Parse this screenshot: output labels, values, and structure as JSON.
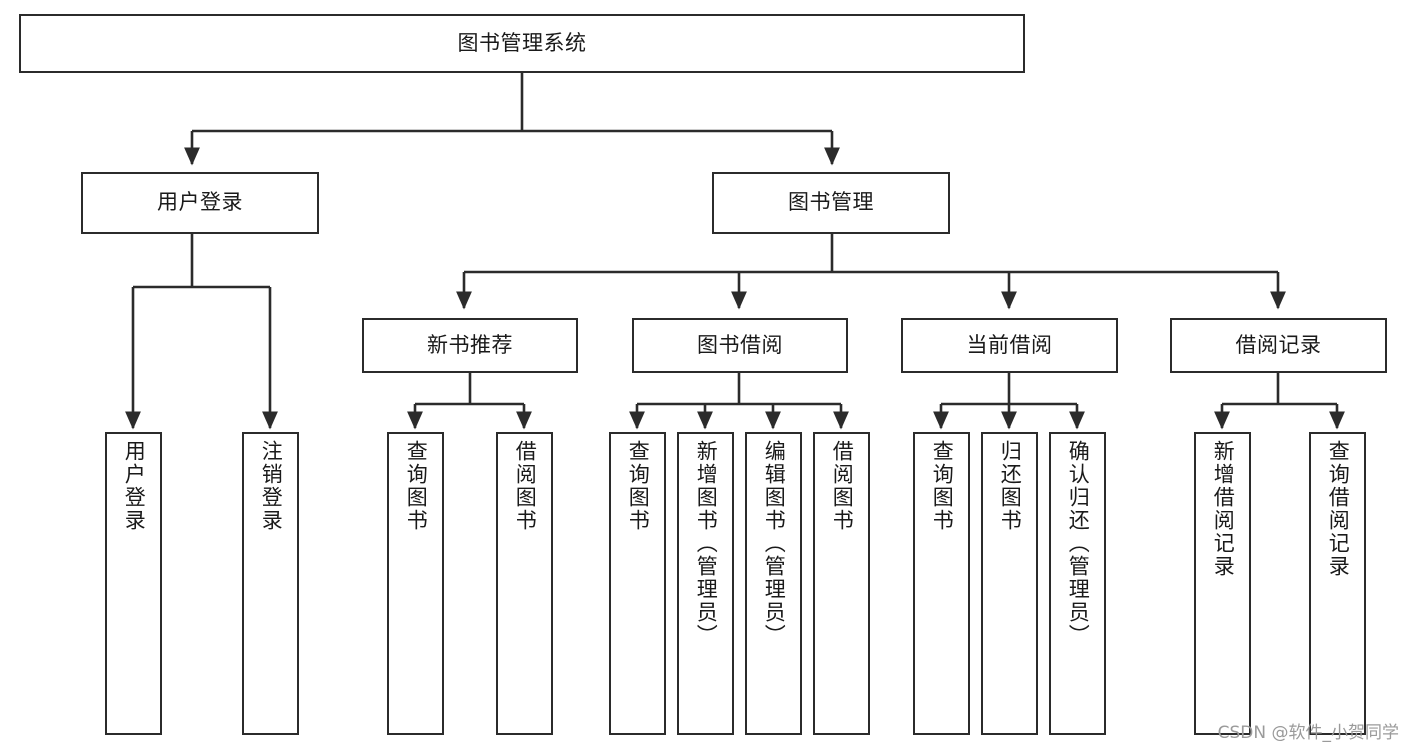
{
  "diagram": {
    "type": "hierarchy-tree",
    "title": "图书管理系统",
    "watermark": "CSDN @软件_小贺同学",
    "colors": {
      "stroke": "#2b2b2b",
      "fill": "#ffffff",
      "text": "#1a1a1a",
      "watermark": "#9a9a9a"
    },
    "root": {
      "label": "图书管理系统"
    },
    "level2": [
      {
        "label": "用户登录"
      },
      {
        "label": "图书管理"
      }
    ],
    "level3": [
      {
        "label": "新书推荐"
      },
      {
        "label": "图书借阅"
      },
      {
        "label": "当前借阅"
      },
      {
        "label": "借阅记录"
      }
    ],
    "leaves": {
      "user_login": [
        {
          "label": "用户登录"
        },
        {
          "label": "注销登录"
        }
      ],
      "new_book": [
        {
          "label": "查询图书"
        },
        {
          "label": "借阅图书"
        }
      ],
      "book_borrow": [
        {
          "label": "查询图书"
        },
        {
          "label": "新增图书（管理员）"
        },
        {
          "label": "编辑图书（管理员）"
        },
        {
          "label": "借阅图书"
        }
      ],
      "current_borrow": [
        {
          "label": "查询图书"
        },
        {
          "label": "归还图书"
        },
        {
          "label": "确认归还（管理员）"
        }
      ],
      "borrow_record": [
        {
          "label": "新增借阅记录"
        },
        {
          "label": "查询借阅记录"
        }
      ]
    }
  }
}
